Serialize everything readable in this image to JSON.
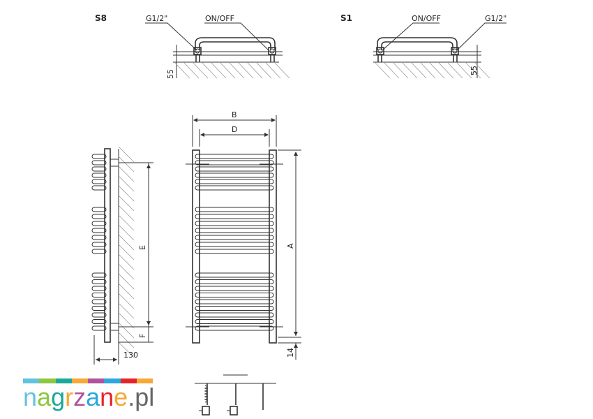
{
  "top_left": {
    "label": "S8",
    "connector": "G1/2\"",
    "switch": "ON/OFF",
    "dim": "55"
  },
  "top_right": {
    "label": "S1",
    "connector": "G1/2\"",
    "switch": "ON/OFF",
    "dim": "55"
  },
  "front": {
    "width_outer": "B",
    "width_inner": "D",
    "height": "A",
    "bottom": "14"
  },
  "side": {
    "spacing": "E",
    "offset": "F",
    "depth": "130"
  },
  "logo": {
    "text": "nagrzane.pl",
    "letters": [
      {
        "ch": "n",
        "color": "#62c3e0"
      },
      {
        "ch": "a",
        "color": "#8dc63f"
      },
      {
        "ch": "g",
        "color": "#19a99a"
      },
      {
        "ch": "r",
        "color": "#f7a835"
      },
      {
        "ch": "z",
        "color": "#b0529c"
      },
      {
        "ch": "a",
        "color": "#2aa7df"
      },
      {
        "ch": "n",
        "color": "#e82228"
      },
      {
        "ch": "e",
        "color": "#f7a835"
      },
      {
        "ch": ".pl",
        "color": "#666666"
      }
    ],
    "bar_colors": [
      "#62c3e0",
      "#8dc63f",
      "#19a99a",
      "#f7a835",
      "#b0529c",
      "#2aa7df",
      "#e82228",
      "#f7a835"
    ]
  }
}
